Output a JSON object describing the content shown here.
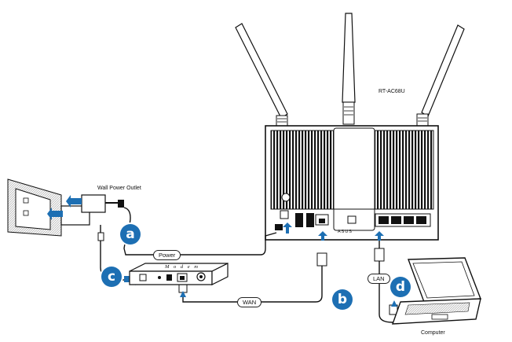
{
  "router": {
    "model": "RT-AC68U",
    "logo": "ASUS"
  },
  "wall_outlet": {
    "label": "Wall Power Outlet"
  },
  "modem": {
    "label": "M o d e m"
  },
  "computer": {
    "label": "Computer"
  },
  "cables": {
    "power": "Power",
    "wan": "WAN",
    "lan": "LAN"
  },
  "steps": {
    "a": "a",
    "b": "b",
    "c": "c",
    "d": "d"
  },
  "colors": {
    "badge": "#1d6fb3",
    "arrow": "#1d6fb3",
    "device": "#000000"
  },
  "icons": [
    "plug-icon",
    "arrow-icon",
    "ethernet-plug-icon",
    "antenna-icon"
  ]
}
